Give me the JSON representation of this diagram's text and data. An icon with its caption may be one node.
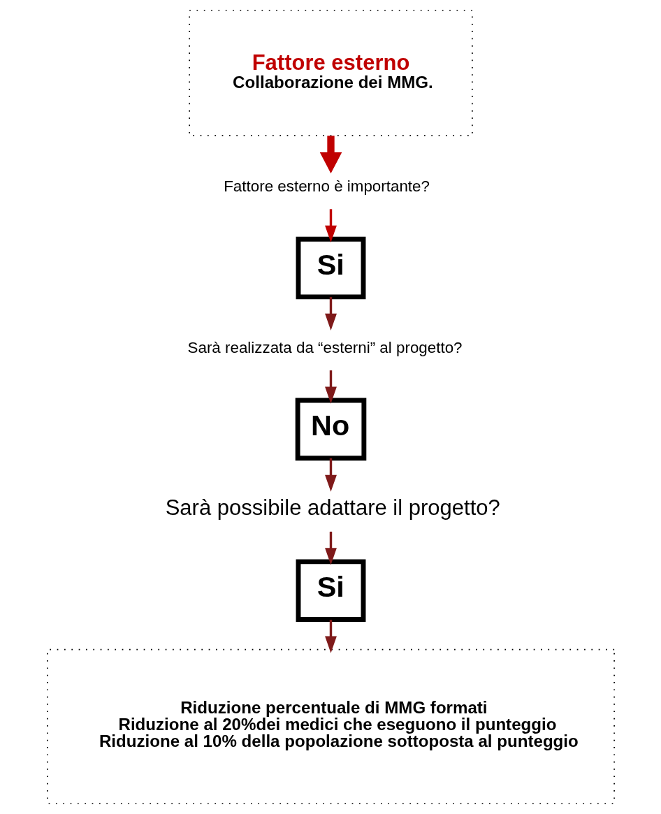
{
  "diagram": {
    "nodes": [
      {
        "text": [
          "Fattore esterno",
          "Collaborazione dei MMG."
        ]
      },
      {
        "text": [
          "Fattore esterno è importante?"
        ]
      },
      {
        "text": [
          "Si"
        ]
      },
      {
        "text": [
          "Sarà realizzata da “esterni” al progetto?"
        ]
      },
      {
        "text": [
          "No"
        ]
      },
      {
        "text": [
          "Sarà possibile adattare il progetto?"
        ]
      },
      {
        "text": [
          "Si"
        ]
      },
      {
        "text": [
          "Riduzione percentuale di MMG formati",
          "Riduzione al 20%dei medici che eseguono il punteggio",
          "Riduzione al 10% della popolazione sottoposta al punteggio"
        ]
      }
    ],
    "edges": [
      {
        "from": 0,
        "to": 1,
        "arrow": "to",
        "style": "thick",
        "color": "#c00000"
      },
      {
        "from": 1,
        "to": 2,
        "arrow": "to",
        "color": "#c00000"
      },
      {
        "from": 2,
        "to": 3,
        "arrow": "to"
      },
      {
        "from": 3,
        "to": 4,
        "arrow": "to"
      },
      {
        "from": 4,
        "to": 5,
        "arrow": "to"
      },
      {
        "from": 5,
        "to": 6,
        "arrow": "to"
      },
      {
        "from": 6,
        "to": 7,
        "arrow": "to"
      }
    ]
  }
}
